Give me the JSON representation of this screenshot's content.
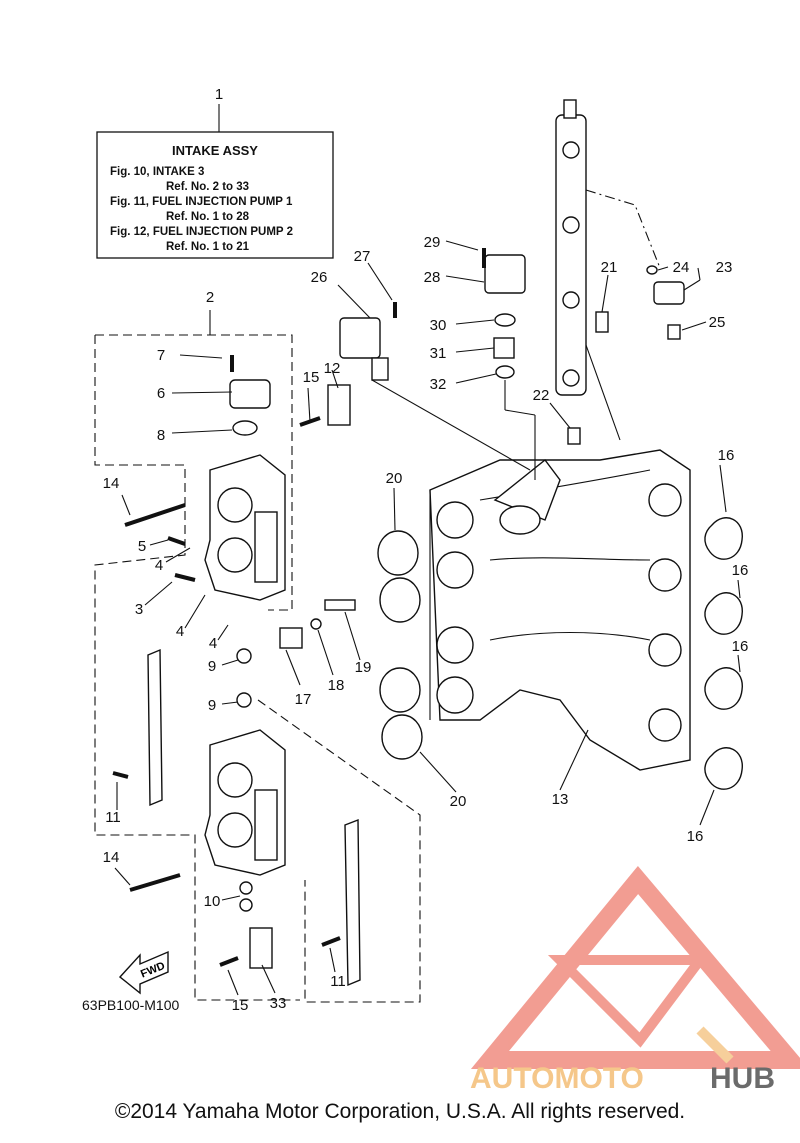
{
  "diagram": {
    "title_box": {
      "title": "INTAKE ASSY",
      "lines": [
        "Fig. 10, INTAKE 3",
        "Ref. No. 2 to 33",
        "Fig. 11, FUEL INJECTION PUMP 1",
        "Ref. No. 1 to 28",
        "Fig. 12, FUEL INJECTION PUMP 2",
        "Ref. No. 1 to 21"
      ]
    },
    "callouts": [
      "1",
      "2",
      "3",
      "4",
      "4",
      "4",
      "5",
      "6",
      "7",
      "8",
      "9",
      "9",
      "10",
      "11",
      "11",
      "12",
      "13",
      "14",
      "14",
      "15",
      "15",
      "16",
      "16",
      "16",
      "16",
      "17",
      "18",
      "19",
      "20",
      "20",
      "21",
      "22",
      "23",
      "24",
      "25",
      "26",
      "27",
      "28",
      "29",
      "30",
      "31",
      "32",
      "33"
    ],
    "fwd_label": "FWD",
    "drawing_code": "63PB100-M100",
    "watermark": {
      "part1": "AUTOMOTO",
      "part2": "HUB",
      "color_main": "#f08c80",
      "color_accent": "#f5c78a",
      "color_text2": "#6b6b6b"
    },
    "copyright": "©2014 Yamaha Motor Corporation, U.S.A. All rights reserved."
  }
}
